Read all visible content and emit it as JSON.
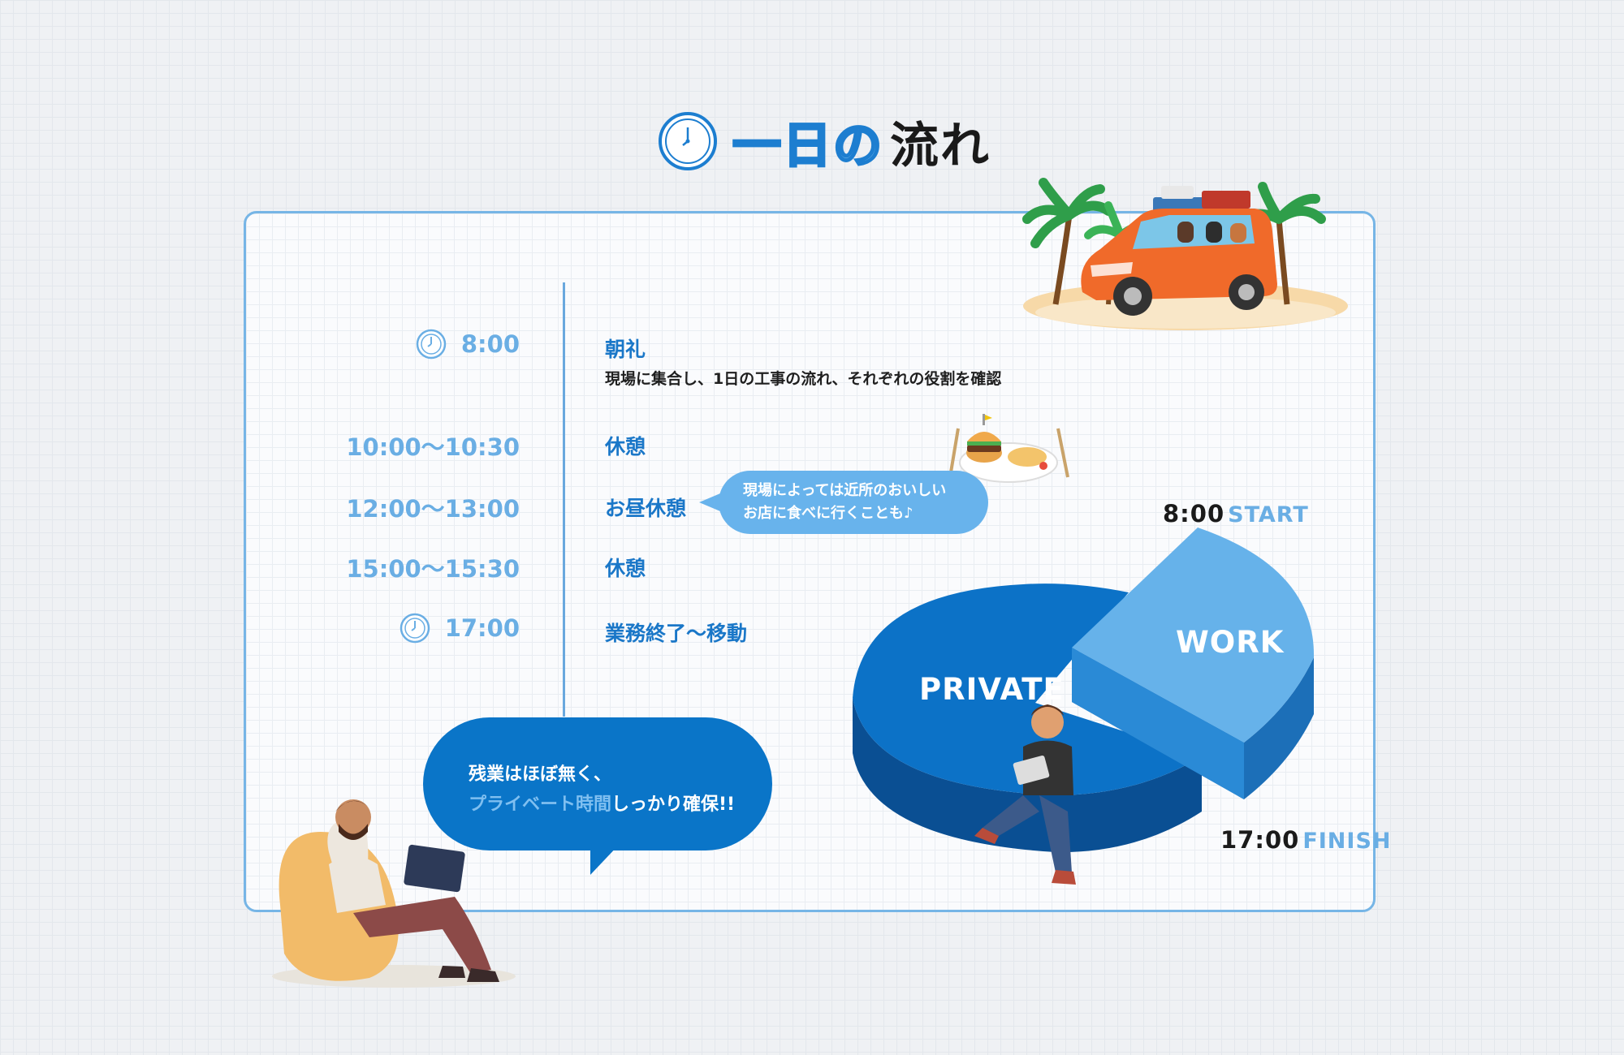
{
  "title": {
    "part1": "一日の",
    "part2": "流れ"
  },
  "schedule": [
    {
      "time": "8:00",
      "has_clock": true,
      "label": "朝礼",
      "description": "現場に集合し、1日の工事の流れ、それぞれの役割を確認"
    },
    {
      "time": "10:00〜10:30",
      "has_clock": false,
      "label": "休憩"
    },
    {
      "time": "12:00〜13:00",
      "has_clock": false,
      "label": "お昼休憩"
    },
    {
      "time": "15:00〜15:30",
      "has_clock": false,
      "label": "休憩"
    },
    {
      "time": "17:00",
      "has_clock": true,
      "label": "業務終了〜移動"
    }
  ],
  "lunch_bubble": {
    "line1": "現場によっては近所のおいしい",
    "line2": "お店に食べに行くことも♪"
  },
  "overtime_bubble": {
    "line1": "残業はほぼ無く、",
    "line2_highlight": "プライベート時間",
    "line2_rest": "しっかり確保!!"
  },
  "pie": {
    "work_label": "WORK",
    "private_label": "PRIVATE",
    "start_time": "8:00",
    "start_word": "START",
    "finish_time": "17:00",
    "finish_word": "FINISH",
    "work_color": "#66b2ea",
    "private_color": "#0c72c7"
  },
  "colors": {
    "accent": "#1a77c8",
    "light_blue": "#6aaee4",
    "card_border": "#76b5e6"
  },
  "illustrations": [
    "car-beach-illustration",
    "burger-plate-illustration",
    "man-laptop-beanbag-illustration",
    "man-tablet-sitting-illustration"
  ]
}
